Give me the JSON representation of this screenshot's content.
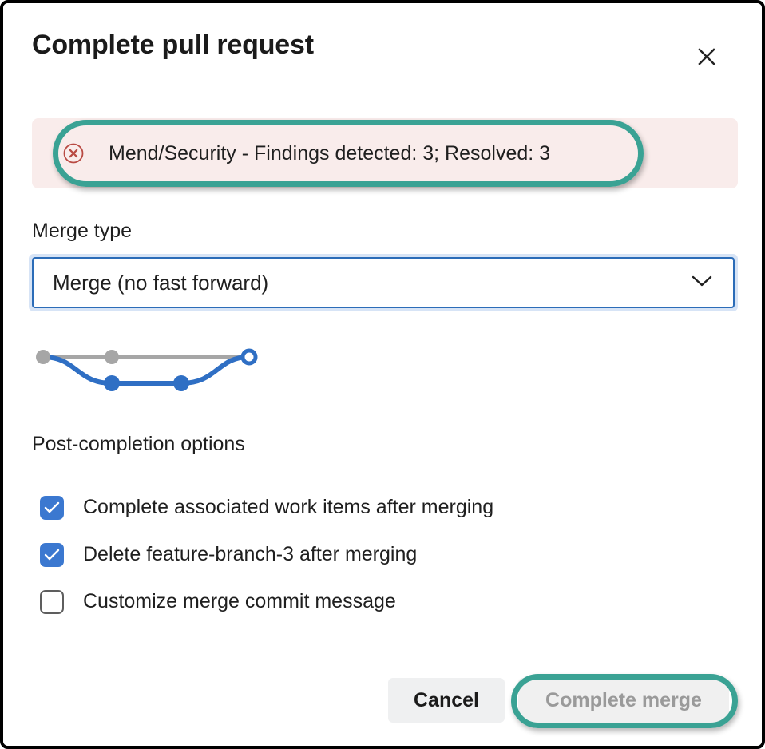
{
  "dialog": {
    "title": "Complete pull request",
    "close_icon": "close-icon"
  },
  "banner": {
    "icon": "error-circle-x-icon",
    "text": "Mend/Security - Findings detected: 3; Resolved: 3",
    "background_color": "#f9eceb",
    "icon_color": "#b94a43",
    "annotation_color": "#3aa294"
  },
  "merge_type": {
    "label": "Merge type",
    "selected": "Merge (no fast forward)",
    "chevron_icon": "chevron-down-icon",
    "focus_color": "#2b6cb8"
  },
  "branch_graphic": {
    "name": "merge-no-fast-forward-diagram",
    "base_color": "#a6a6a6",
    "branch_color": "#2f6fc4"
  },
  "post_completion": {
    "title": "Post-completion options",
    "options": [
      {
        "label": "Complete associated work items after merging",
        "checked": true
      },
      {
        "label": "Delete feature-branch-3 after merging",
        "checked": true
      },
      {
        "label": "Customize merge commit message",
        "checked": false
      }
    ],
    "checked_color": "#3b78d0"
  },
  "footer": {
    "cancel_label": "Cancel",
    "complete_label": "Complete merge",
    "complete_disabled": true,
    "annotation_color": "#3aa294"
  }
}
